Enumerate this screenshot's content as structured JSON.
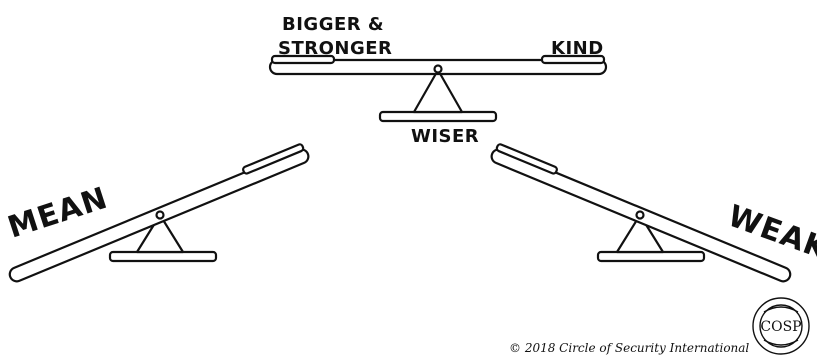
{
  "labels": {
    "bigger": "BIGGER &",
    "stronger": "STRONGER",
    "kind": "KIND",
    "wiser": "WISER",
    "mean": "MEAN",
    "weak": "WEAK"
  },
  "copyright": "© 2018 Circle of Security International",
  "logo": {
    "text": "COSP"
  }
}
